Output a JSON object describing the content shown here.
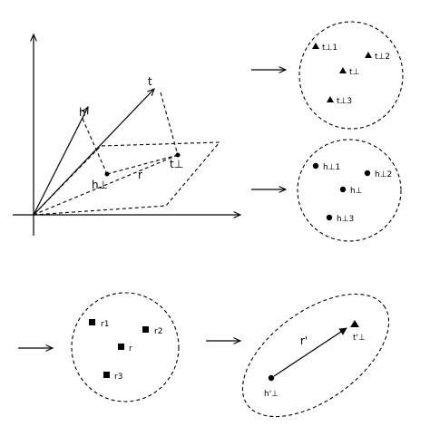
{
  "diagram": {
    "coordinate_plot": {
      "vector_h": "h",
      "vector_t": "t",
      "relation": "r",
      "projection_h": "h⊥",
      "projection_t": "t⊥"
    },
    "tail_cluster": {
      "items": [
        {
          "label": "t⊥1",
          "shape": "triangle"
        },
        {
          "label": "t⊥2",
          "shape": "triangle"
        },
        {
          "label": "t⊥",
          "shape": "triangle"
        },
        {
          "label": "t⊥3",
          "shape": "triangle"
        }
      ]
    },
    "head_cluster": {
      "items": [
        {
          "label": "h⊥1",
          "shape": "circle"
        },
        {
          "label": "h⊥2",
          "shape": "circle"
        },
        {
          "label": "h⊥",
          "shape": "circle"
        },
        {
          "label": "h⊥3",
          "shape": "circle"
        }
      ]
    },
    "relation_cluster": {
      "items": [
        {
          "label": "r1",
          "shape": "square"
        },
        {
          "label": "r2",
          "shape": "square"
        },
        {
          "label": "r",
          "shape": "square"
        },
        {
          "label": "r3",
          "shape": "square"
        }
      ]
    },
    "result_cluster": {
      "head": "h'⊥",
      "tail": "t'⊥",
      "relation": "r'"
    }
  }
}
